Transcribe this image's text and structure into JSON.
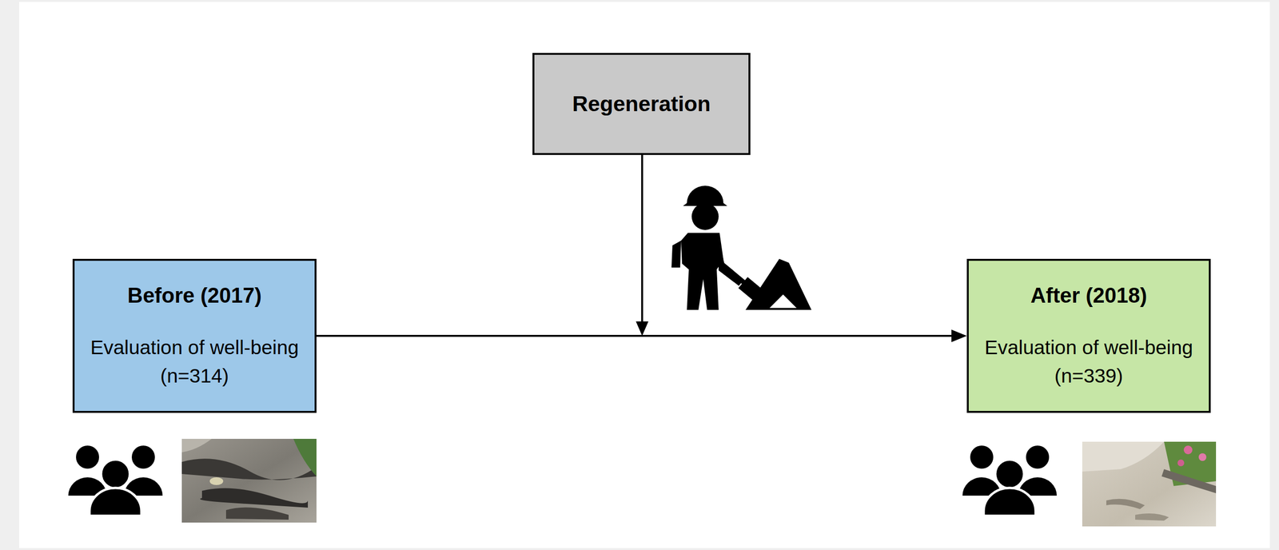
{
  "diagram": {
    "nodes": [
      {
        "text": [
          "Regeneration"
        ]
      },
      {
        "text": [
          "Before (2017)",
          "Evaluation of well-being (n=314)"
        ]
      },
      {
        "text": [
          "After (2018)",
          "Evaluation of well-being (n=339)"
        ]
      }
    ],
    "edges": [
      {
        "from": 1,
        "to": 2,
        "arrow": "to"
      }
    ]
  }
}
